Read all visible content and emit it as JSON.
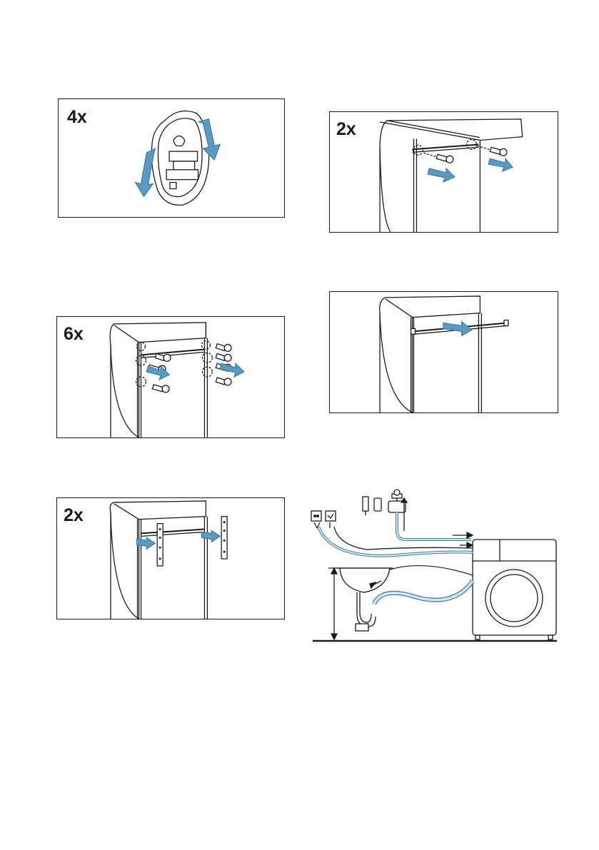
{
  "steps": [
    {
      "count": "4x",
      "icon": "transport-bolt-cover-icon"
    },
    {
      "count": "2x",
      "icon": "rear-screw-removal-icon"
    },
    {
      "count": "6x",
      "icon": "side-screws-removal-icon"
    },
    {
      "count": "",
      "icon": "rail-removal-icon"
    },
    {
      "count": "2x",
      "icon": "bracket-removal-icon"
    }
  ],
  "connection": {
    "icon": "water-and-drain-connection-icon"
  },
  "colors": {
    "line": "#1a1a1a",
    "arrow": "#5b9bc2",
    "arrow_dark": "#3f7fa8",
    "hose_fill": "#d6e6f0"
  }
}
